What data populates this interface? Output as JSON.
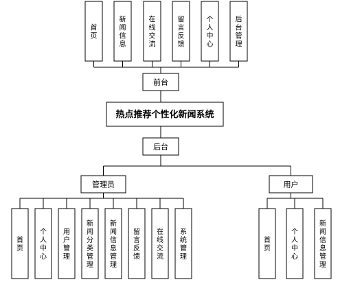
{
  "diagram": {
    "title": "热点推荐个性化新闻系统",
    "frontend": {
      "label": "前台",
      "modules": [
        "首页",
        "新闻信息",
        "在线交流",
        "留言反馈",
        "个人中心",
        "后台管理"
      ]
    },
    "backend": {
      "label": "后台",
      "admin": {
        "label": "管理员",
        "modules": [
          "首页",
          "个人中心",
          "用户管理",
          "新闻分类管理",
          "新闻信息管理",
          "留言反馈",
          "在线交流",
          "系统管理"
        ]
      },
      "user": {
        "label": "用户",
        "modules": [
          "首页",
          "个人中心",
          "新闻信息管理"
        ]
      }
    }
  }
}
